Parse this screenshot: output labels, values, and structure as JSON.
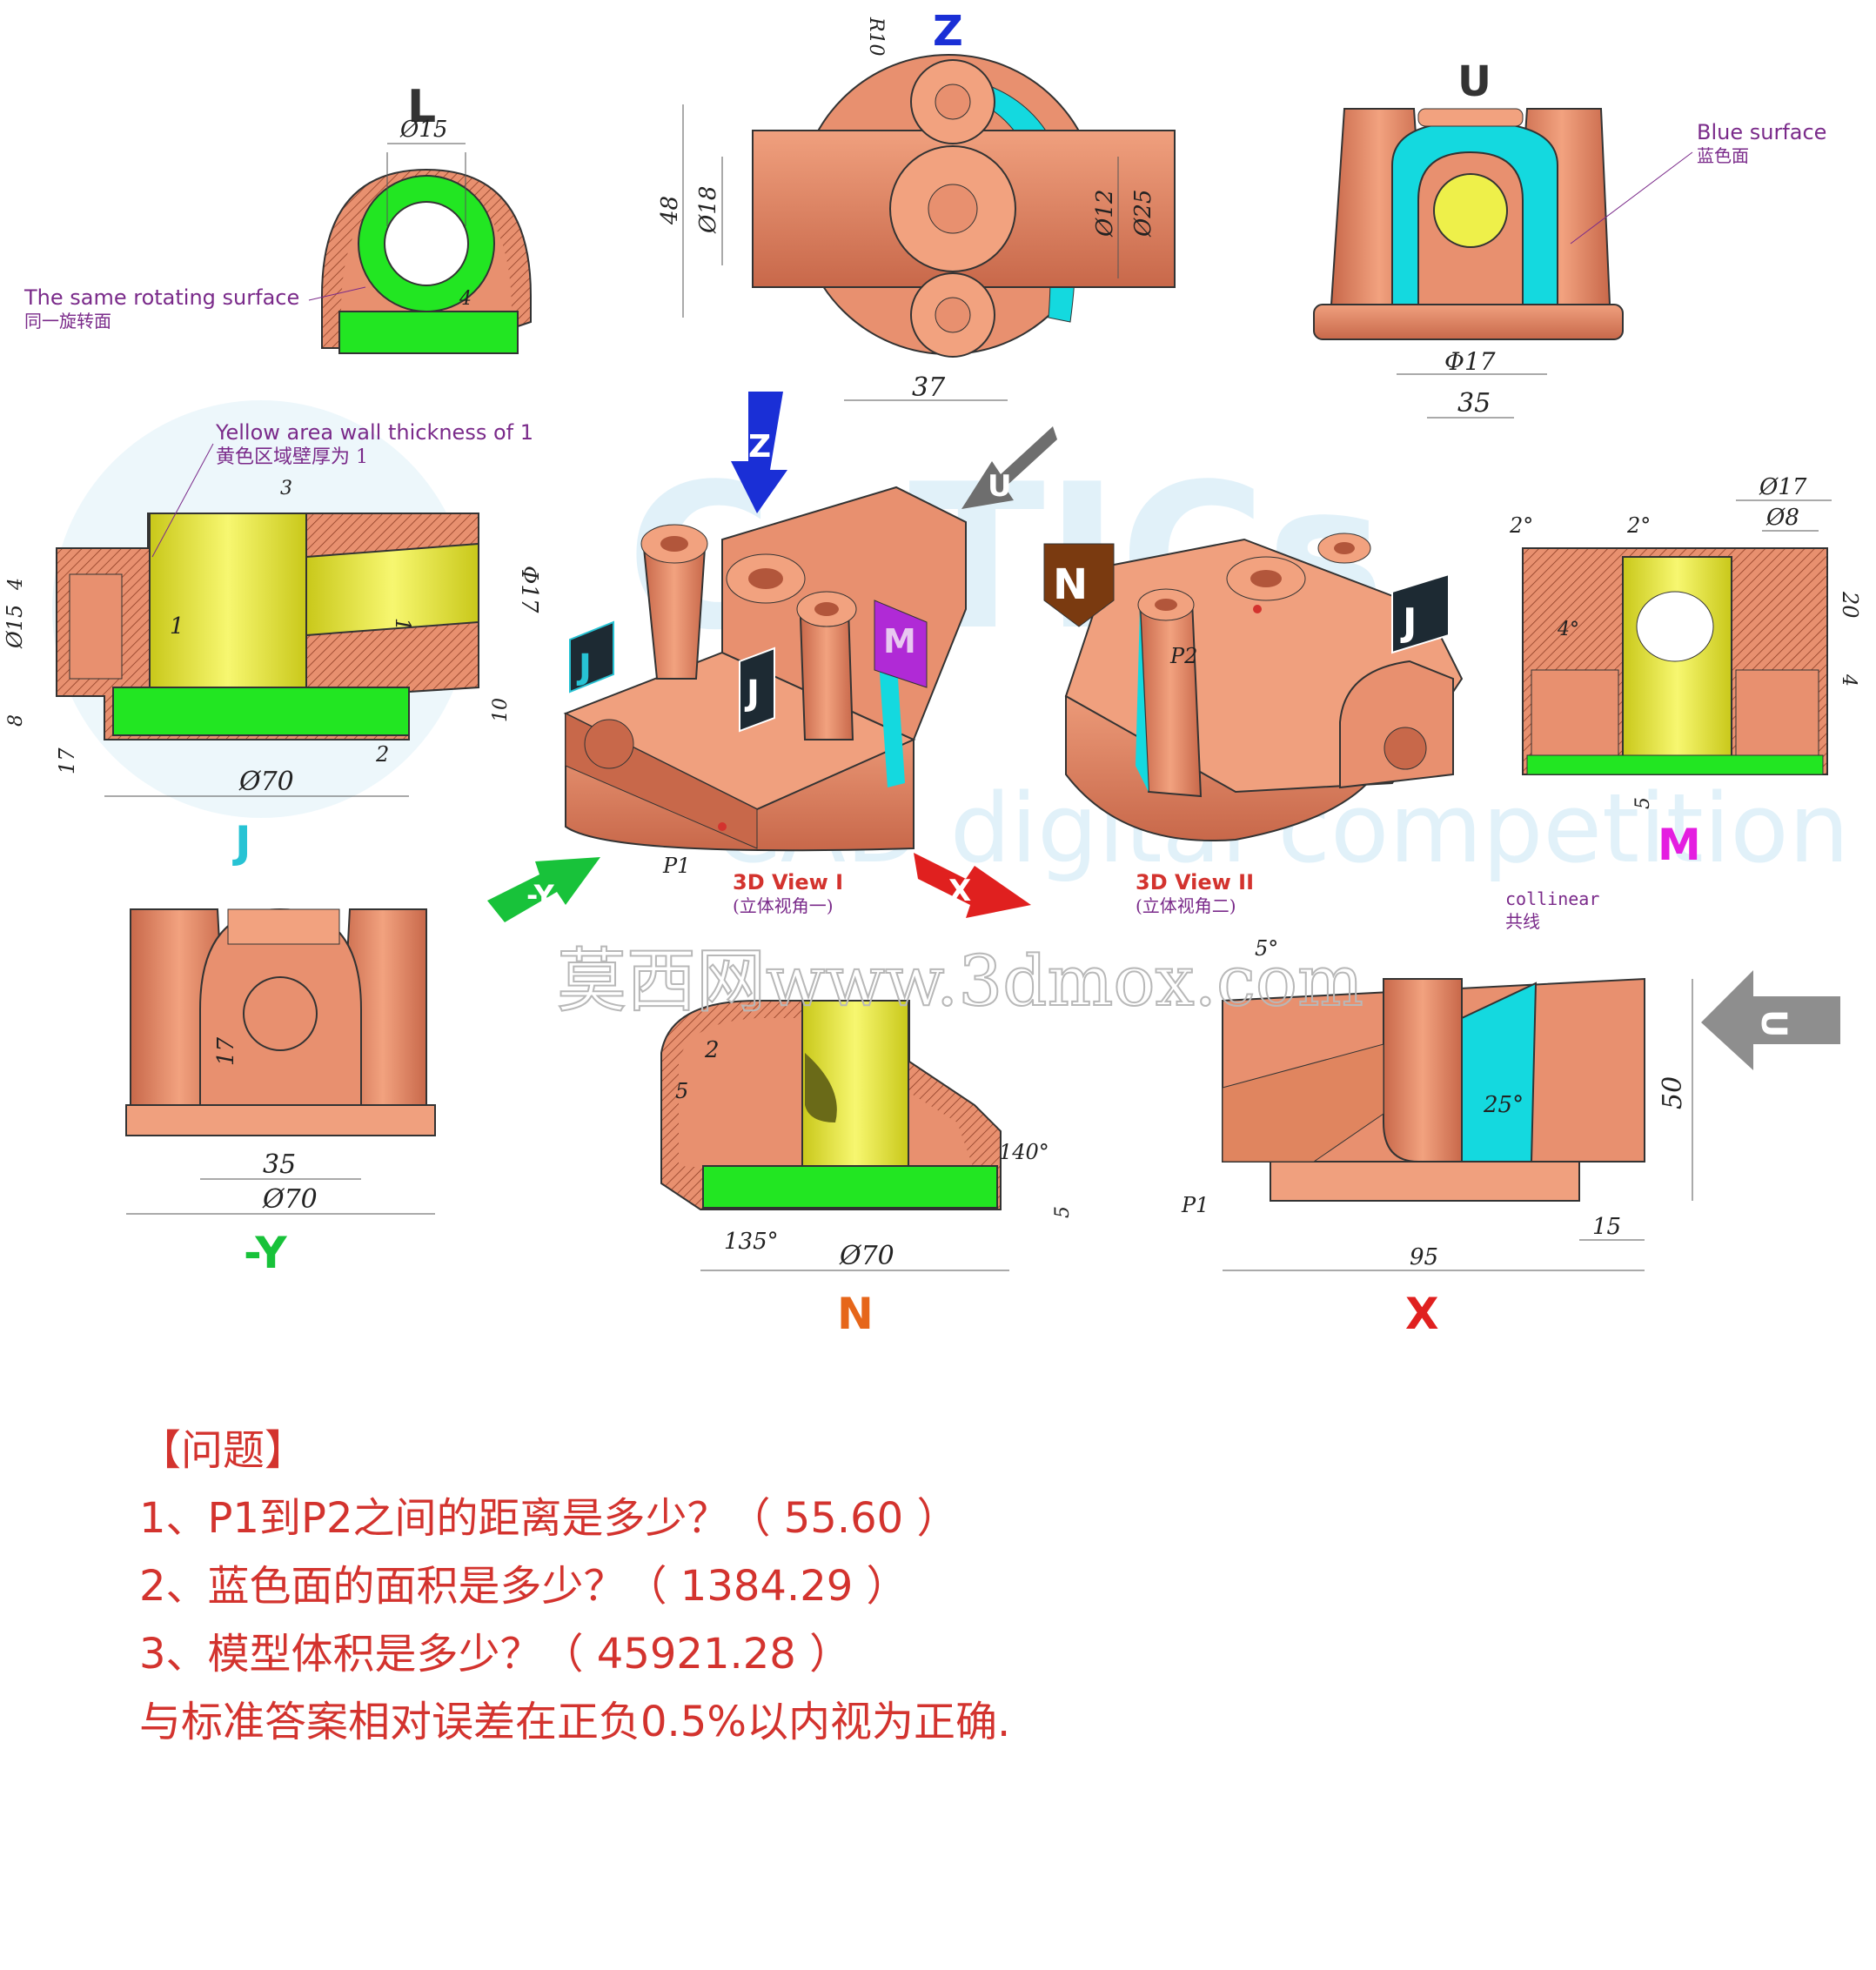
{
  "views": {
    "L": {
      "label": "L",
      "dims": [
        "Ø15",
        "4"
      ],
      "note_en": "The same rotating surface",
      "note_cn": "同一旋转面"
    },
    "Z": {
      "label": "Z",
      "dims": [
        "R10",
        "48",
        "Ø18",
        "Ø12",
        "Ø25",
        "37"
      ]
    },
    "U": {
      "label": "U",
      "dims": [
        "Φ17",
        "35"
      ],
      "note_en": "Blue surface",
      "note_cn": "蓝色面"
    },
    "J": {
      "label": "J",
      "dims": [
        "3",
        "Φ17",
        "4",
        "Ø15",
        "1",
        "1",
        "8",
        "17",
        "10",
        "2",
        "Ø70"
      ],
      "note_en": "Yellow area wall thickness of 1",
      "note_cn": "黄色区域壁厚为 1"
    },
    "M": {
      "label": "M",
      "dims": [
        "Ø17",
        "Ø8",
        "2°",
        "2°",
        "4°",
        "20",
        "4",
        "5"
      ]
    },
    "minusY": {
      "label": "-Y",
      "dims": [
        "17",
        "35",
        "Ø70"
      ]
    },
    "N": {
      "label": "N",
      "dims": [
        "2",
        "5",
        "140°",
        "5",
        "135°",
        "Ø70"
      ]
    },
    "X": {
      "label": "X",
      "dims": [
        "5°",
        "collinear",
        "共线",
        "25°",
        "50",
        "P1",
        "15",
        "95"
      ]
    },
    "view3d_1": {
      "title": "3D View I",
      "title_cn": "(立体视角一)",
      "point": "P1"
    },
    "view3d_2": {
      "title": "3D View II",
      "title_cn": "(立体视角二)",
      "point": "P2"
    }
  },
  "arrows": {
    "z": "Z",
    "u": "U",
    "y": "-Y",
    "x": "X",
    "n": "N",
    "j": "J",
    "m": "M"
  },
  "watermark": {
    "text": "莫西网www.3dmox.com",
    "bg_text": "CAD digital competition"
  },
  "questions": {
    "header": "【问题】",
    "q1": "1、P1到P2之间的距离是多少？（ 55.60 ）",
    "q2": "2、蓝色面的面积是多少？（ 1384.29 ）",
    "q3": "3、模型体积是多少？（ 45921.28 ）",
    "note": "与标准答案相对误差在正负0.5%以内视为正确."
  },
  "colors": {
    "copper": "#e8906f",
    "copper_dark": "#c8684a",
    "yellow": "#eef04a",
    "green": "#22e622",
    "cyan": "#14d9df",
    "label_blue": "#1a2fd6",
    "label_red": "#d3332e",
    "label_orange": "#e6661a",
    "label_magenta": "#e41ee0",
    "label_cyan": "#27c3d4",
    "label_green": "#18c23a",
    "note_purple": "#7a2a8a"
  }
}
